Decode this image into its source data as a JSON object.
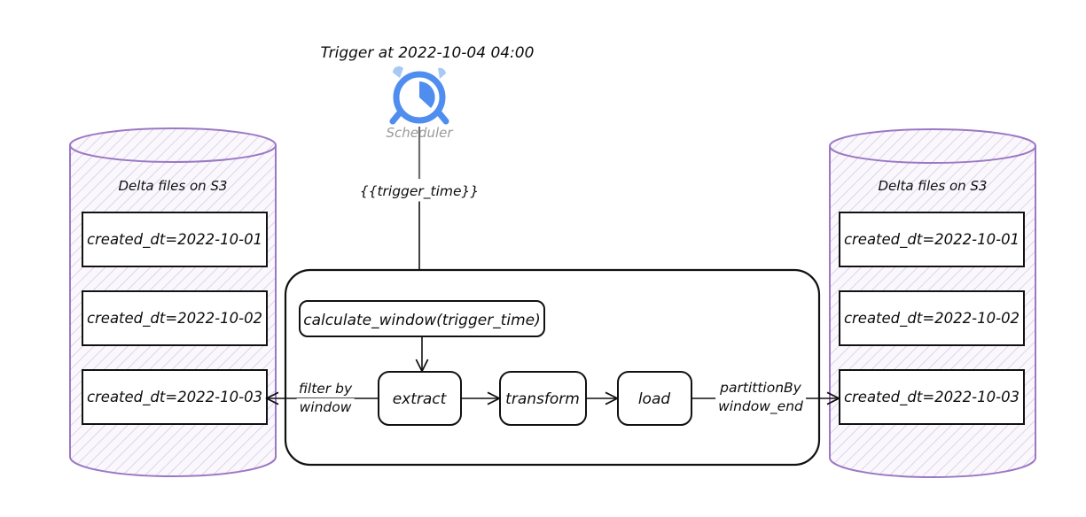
{
  "diagram": {
    "title": "Trigger at 2022-10-04 04:00",
    "scheduler": {
      "icon": "alarm-clock-icon",
      "label": "Scheduler",
      "color": "#4f8def",
      "bell_color": "#a9c9f5",
      "label_color": "#9a9a9a"
    },
    "trigger_edge_label": "{{trigger_time}}",
    "source_store": {
      "name": "Delta files on S3",
      "border_color": "#9c78c4",
      "files": [
        "created_dt=2022-10-01",
        "created_dt=2022-10-02",
        "created_dt=2022-10-03"
      ]
    },
    "target_store": {
      "name": "Delta files on S3",
      "border_color": "#9c78c4",
      "files": [
        "created_dt=2022-10-01",
        "created_dt=2022-10-02",
        "created_dt=2022-10-03"
      ]
    },
    "pipeline": {
      "calculate_step": "calculate_window(trigger_time)",
      "stages": [
        {
          "id": "extract",
          "label": "extract"
        },
        {
          "id": "transform",
          "label": "transform"
        },
        {
          "id": "load",
          "label": "load"
        }
      ],
      "read_edge_label_line1": "filter by",
      "read_edge_label_line2": "window",
      "write_edge_label_line1": "partittionBy",
      "write_edge_label_line2": "window_end"
    }
  }
}
